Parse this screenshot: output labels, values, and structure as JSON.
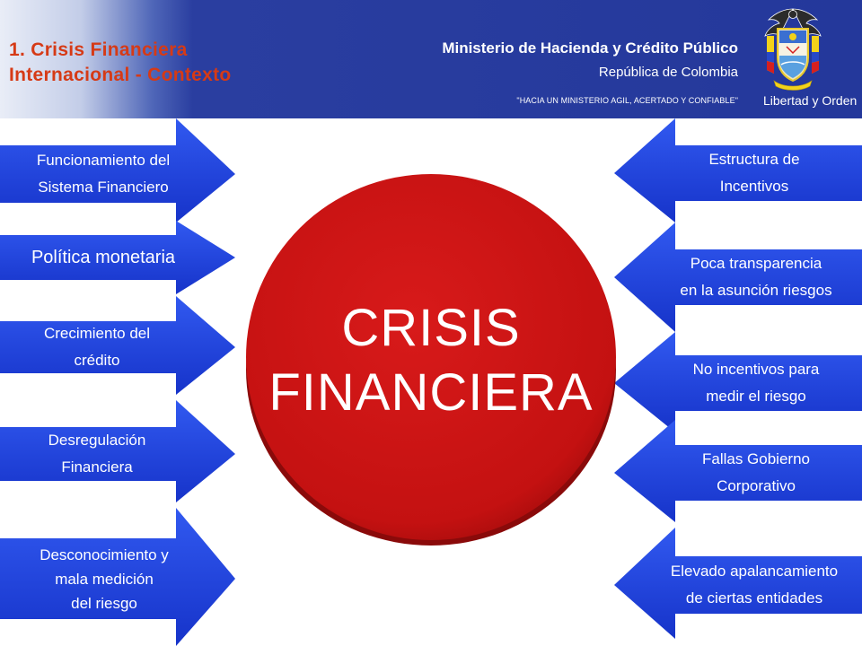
{
  "header": {
    "section_title_line1": "1. Crisis Financiera",
    "section_title_line2": "Internacional - Contexto",
    "ministry": "Ministerio de Hacienda y Crédito Público",
    "republic": "República de Colombia",
    "motto": "\"HACIA UN MINISTERIO AGIL, ACERTADO Y CONFIABLE\"",
    "emblem_label": "Libertad y Orden",
    "emblem_icon": "coat-of-arms-icon"
  },
  "center": {
    "line1": "CRISIS",
    "line2": "FINANCIERA",
    "color": "#cc1414"
  },
  "left_arrows": [
    {
      "lines": [
        "Funcionamiento del",
        "Sistema Financiero"
      ]
    },
    {
      "lines": [
        "Política monetaria"
      ]
    },
    {
      "lines": [
        "Crecimiento del",
        "crédito"
      ]
    },
    {
      "lines": [
        "Desregulación",
        "Financiera"
      ]
    },
    {
      "lines": [
        "Desconocimiento y",
        "mala medición",
        "del riesgo"
      ]
    }
  ],
  "right_arrows": [
    {
      "lines": [
        "Estructura de",
        "Incentivos"
      ]
    },
    {
      "lines": [
        "Poca transparencia",
        "en la asunción riesgos"
      ]
    },
    {
      "lines": [
        "No incentivos para",
        "medir el riesgo"
      ]
    },
    {
      "lines": [
        "Fallas Gobierno",
        "Corporativo"
      ]
    },
    {
      "lines": [
        "Elevado apalancamiento",
        "de ciertas entidades"
      ]
    }
  ],
  "colors": {
    "header_blue": "#24389b",
    "arrow_blue": "#1f44e0",
    "title_orange": "#d63a16"
  }
}
